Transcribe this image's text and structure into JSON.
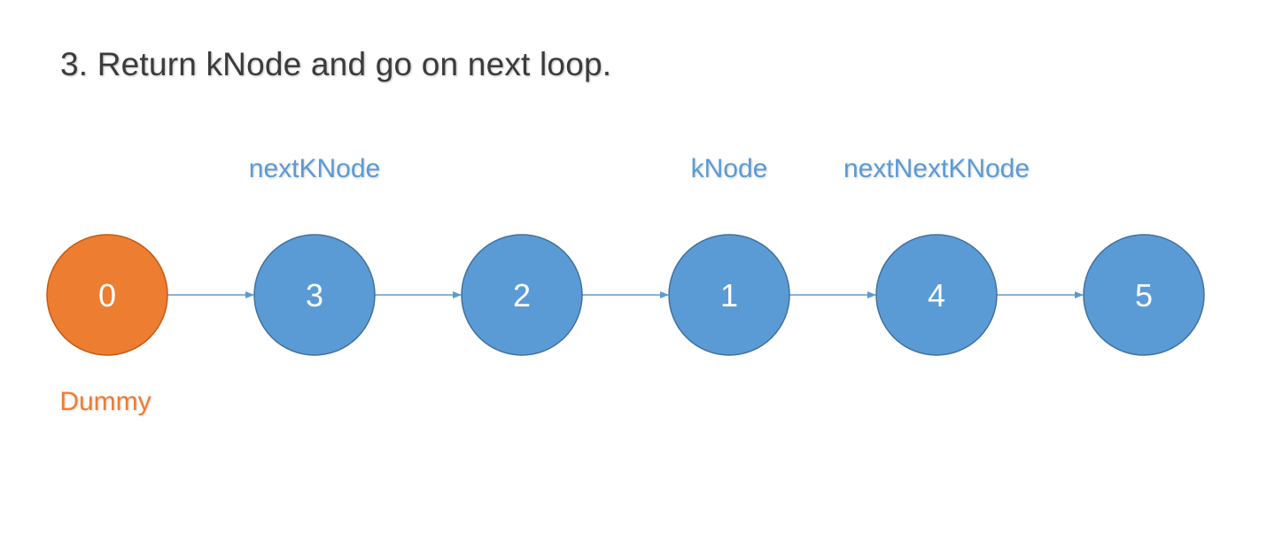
{
  "title": "3. Return kNode and go on next loop.",
  "colors": {
    "dummy_fill": "#ED7D31",
    "dummy_stroke": "#C55A11",
    "node_fill": "#5B9BD5",
    "node_stroke": "#41719C",
    "label_blue": "#5B9BD5",
    "label_orange": "#ED7D31",
    "arrow": "#5B9BD5"
  },
  "nodes": [
    {
      "value": "0",
      "kind": "dummy"
    },
    {
      "value": "3",
      "kind": "node"
    },
    {
      "value": "2",
      "kind": "node"
    },
    {
      "value": "1",
      "kind": "node"
    },
    {
      "value": "4",
      "kind": "node"
    },
    {
      "value": "5",
      "kind": "node"
    }
  ],
  "pointers": [
    {
      "label": "nextKNode",
      "node_index": 1
    },
    {
      "label": "kNode",
      "node_index": 3
    },
    {
      "label": "nextNextKNode",
      "node_index": 4
    }
  ],
  "dummy_label": "Dummy"
}
